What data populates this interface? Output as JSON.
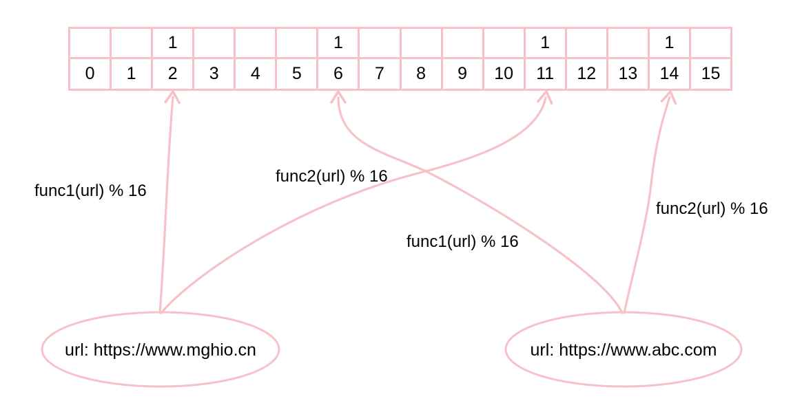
{
  "diagram": {
    "title_hint": "bloom-filter hash mapping diagram",
    "colors": {
      "stroke": "#f7c1c8",
      "text": "#000000",
      "background": "#ffffff"
    },
    "bit_array": {
      "size": 16,
      "bits": [
        "",
        "",
        "1",
        "",
        "",
        "",
        "1",
        "",
        "",
        "",
        "",
        "1",
        "",
        "",
        "1",
        ""
      ],
      "indices": [
        "0",
        "1",
        "2",
        "3",
        "4",
        "5",
        "6",
        "7",
        "8",
        "9",
        "10",
        "11",
        "12",
        "13",
        "14",
        "15"
      ]
    },
    "arrows": {
      "mghio_func1": {
        "label": "func1(url) % 16",
        "source": "url-mghio",
        "target_index": "2"
      },
      "mghio_func2": {
        "label": "func2(url) % 16",
        "source": "url-mghio",
        "target_index": "11"
      },
      "abc_func1": {
        "label": "func1(url) % 16",
        "source": "url-abc",
        "target_index": "6"
      },
      "abc_func2": {
        "label": "func2(url) % 16",
        "source": "url-abc",
        "target_index": "14"
      }
    },
    "nodes": {
      "mghio": {
        "label": "url: https://www.mghio.cn"
      },
      "abc": {
        "label": "url: https://www.abc.com"
      }
    }
  }
}
